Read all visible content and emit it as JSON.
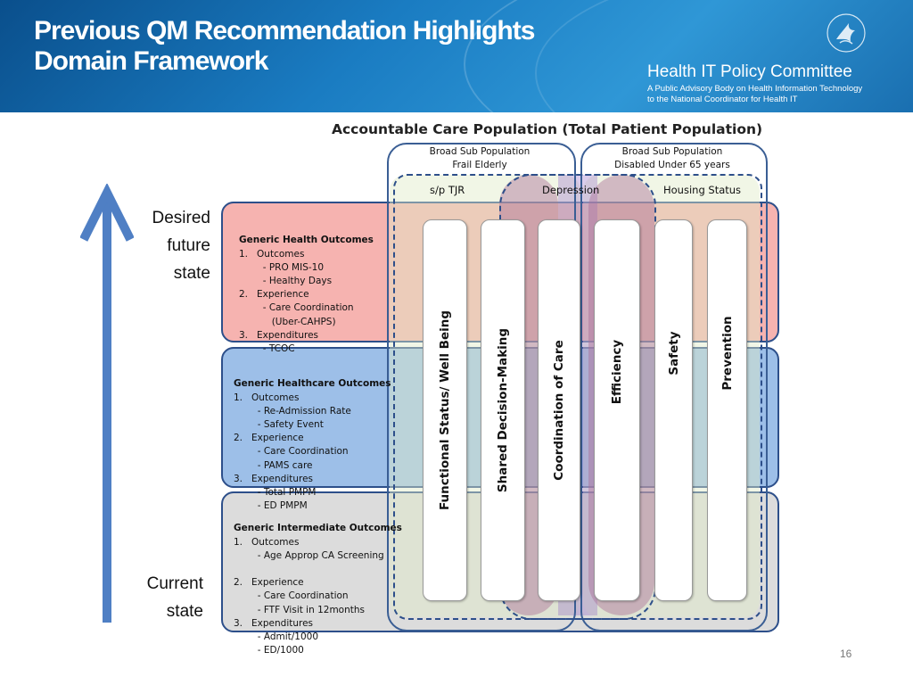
{
  "header": {
    "title_line1": "Previous QM Recommendation Highlights",
    "title_line2": "Domain Framework",
    "org_name": "Health IT Policy Committee",
    "org_sub_line1": "A Public Advisory Body on Health Information Technology",
    "org_sub_line2": "to the National Coordinator for Health IT",
    "logo_icon": "hhs-eagle-logo"
  },
  "diagram": {
    "title": "Accountable Care Population (Total Patient Population)",
    "arrow": {
      "top_label": "Desired\nfuture\nstate",
      "bottom_label": "Current\nstate"
    },
    "populations": [
      {
        "line1": "Broad Sub Population",
        "line2": "Frail Elderly"
      },
      {
        "line1": "Broad Sub Population",
        "line2": "Disabled Under 65 years"
      }
    ],
    "subpopulations": [
      "s/p TJR",
      "Depression",
      "Housing Status"
    ],
    "bands": [
      {
        "heading": "Generic Health Outcomes",
        "body": "1.   Outcomes\n        - PRO MIS-10\n        - Healthy Days\n2.   Experience\n        - Care Coordination\n           (Uber-CAHPS)\n3.   Expenditures\n        - TCOC",
        "color": "#f6b3b0"
      },
      {
        "heading": "Generic Healthcare Outcomes",
        "body": "1.   Outcomes\n        - Re-Admission Rate\n        - Safety Event\n2.   Experience\n        - Care Coordination\n        - PAMS care\n3.   Expenditures\n        - Total PMPM\n        - ED PMPM",
        "color": "#9dbfe8"
      },
      {
        "heading": "Generic Intermediate Outcomes",
        "body": "1.   Outcomes\n        - Age Approp CA Screening\n\n2.   Experience\n        - Care Coordination\n        - FTF Visit in 12months\n3.   Expenditures\n        - Admit/1000\n        - ED/1000",
        "color": "#dcdcdc"
      }
    ],
    "domains": [
      "Functional Status/ Well Being",
      "Shared Decision-Making",
      "Coordination of Care",
      "Efficiency",
      "Safety",
      "Prevention"
    ]
  },
  "page_number": "16"
}
